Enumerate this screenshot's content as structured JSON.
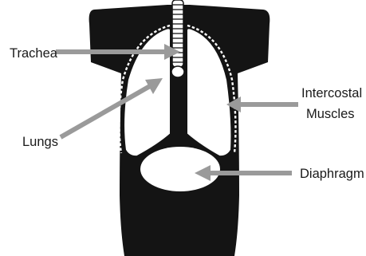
{
  "colors": {
    "silhouette": "#141414",
    "organ_fill": "#ffffff",
    "arrow": "#9a9a9a",
    "label_text": "#1a1a1a"
  },
  "labels": {
    "trachea": "Trachea",
    "lungs": "Lungs",
    "intercostal_line1": "Intercostal",
    "intercostal_line2": "Muscles",
    "diaphragm": "Diaphragm"
  }
}
